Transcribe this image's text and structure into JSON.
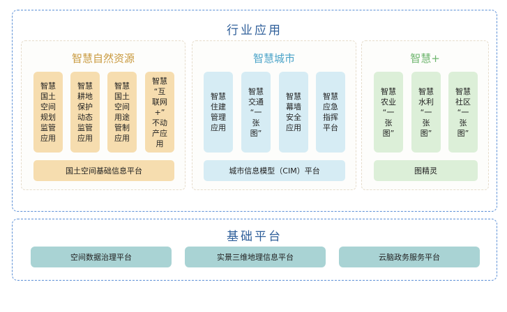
{
  "industry": {
    "title": "行业应用",
    "groups": [
      {
        "title": "智慧自然资源",
        "color": "#c99a3f",
        "cards": [
          "智慧\n国土\n空间\n规划\n监管\n应用",
          "智慧\n耕地\n保护\n动态\n监管\n应用",
          "智慧\n国土\n空间\n用途\n管制\n应用",
          "智慧\n“互\n联网\n+”\n不动\n产应\n用"
        ],
        "platform": "国土空间基础信息平台"
      },
      {
        "title": "智慧城市",
        "color": "#4aa3c8",
        "cards": [
          "智慧\n住建\n管理\n应用",
          "智慧\n交通\n“一\n张\n图”",
          "智慧\n幕墙\n安全\n应用",
          "智慧\n应急\n指挥\n平台"
        ],
        "platform": "城市信息模型（CIM）平台"
      },
      {
        "title": "智慧+",
        "color": "#6db56d",
        "cards": [
          "智慧\n农业\n“一\n张\n图”",
          "智慧\n水利\n“一\n张\n图”",
          "智慧\n社区\n“一\n张\n图”"
        ],
        "platform": "图精灵"
      }
    ]
  },
  "base": {
    "title": "基础平台",
    "items": [
      "空间数据治理平台",
      "实景三维地理信息平台",
      "云脑政务服务平台"
    ]
  }
}
